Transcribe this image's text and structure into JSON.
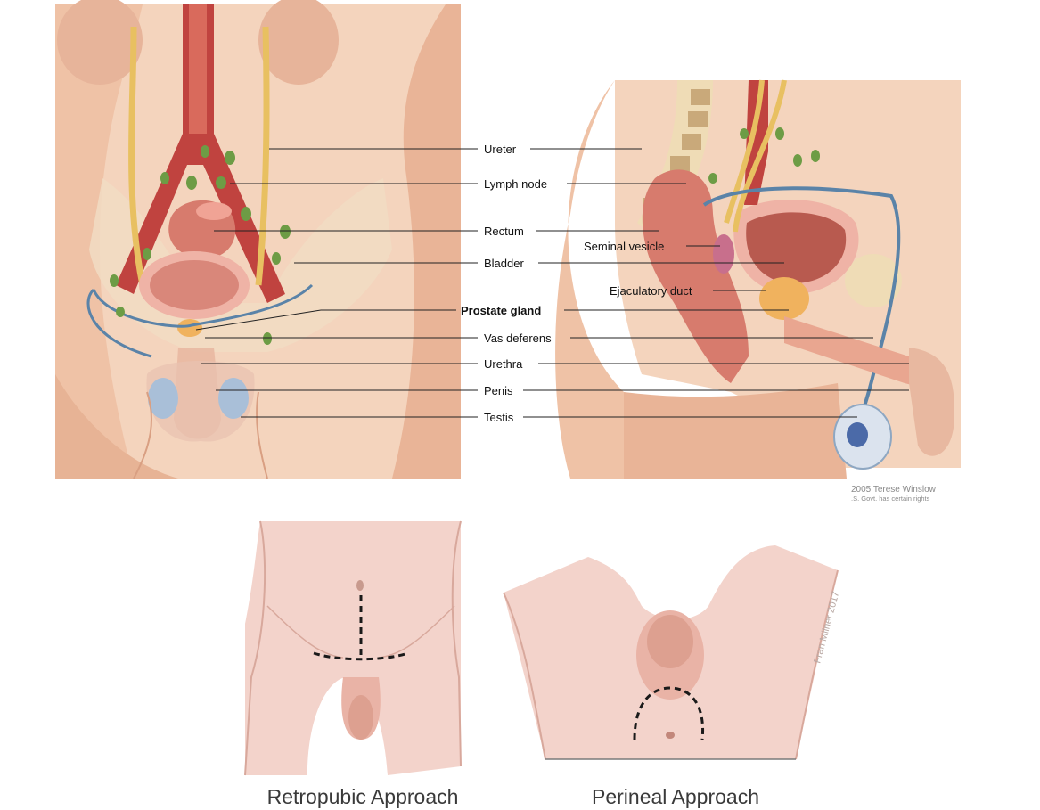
{
  "labels": {
    "ureter": "Ureter",
    "lymph_node": "Lymph node",
    "rectum": "Rectum",
    "bladder": "Bladder",
    "prostate_gland": "Prostate gland",
    "vas_deferens": "Vas deferens",
    "urethra": "Urethra",
    "penis": "Penis",
    "testis": "Testis",
    "seminal_vesicle": "Seminal vesicle",
    "ejaculatory_duct": "Ejaculatory duct"
  },
  "credit": {
    "line1": "2005 Terese Winslow",
    "line2": ".S. Govt. has certain rights"
  },
  "watermark": "Fran Milner 2017",
  "captions": {
    "retropubic": "Retropubic Approach",
    "perineal": "Perineal Approach"
  },
  "colors": {
    "skin": "#f2c7ab",
    "skin_shadow": "#e2a98a",
    "artery": "#c0433f",
    "ureter": "#e8c061",
    "lymph": "#6d9c45",
    "vas": "#5a83a8",
    "bladder": "#d9877a",
    "testis": "#a9bfd8",
    "incision": "#1a1a1a"
  }
}
